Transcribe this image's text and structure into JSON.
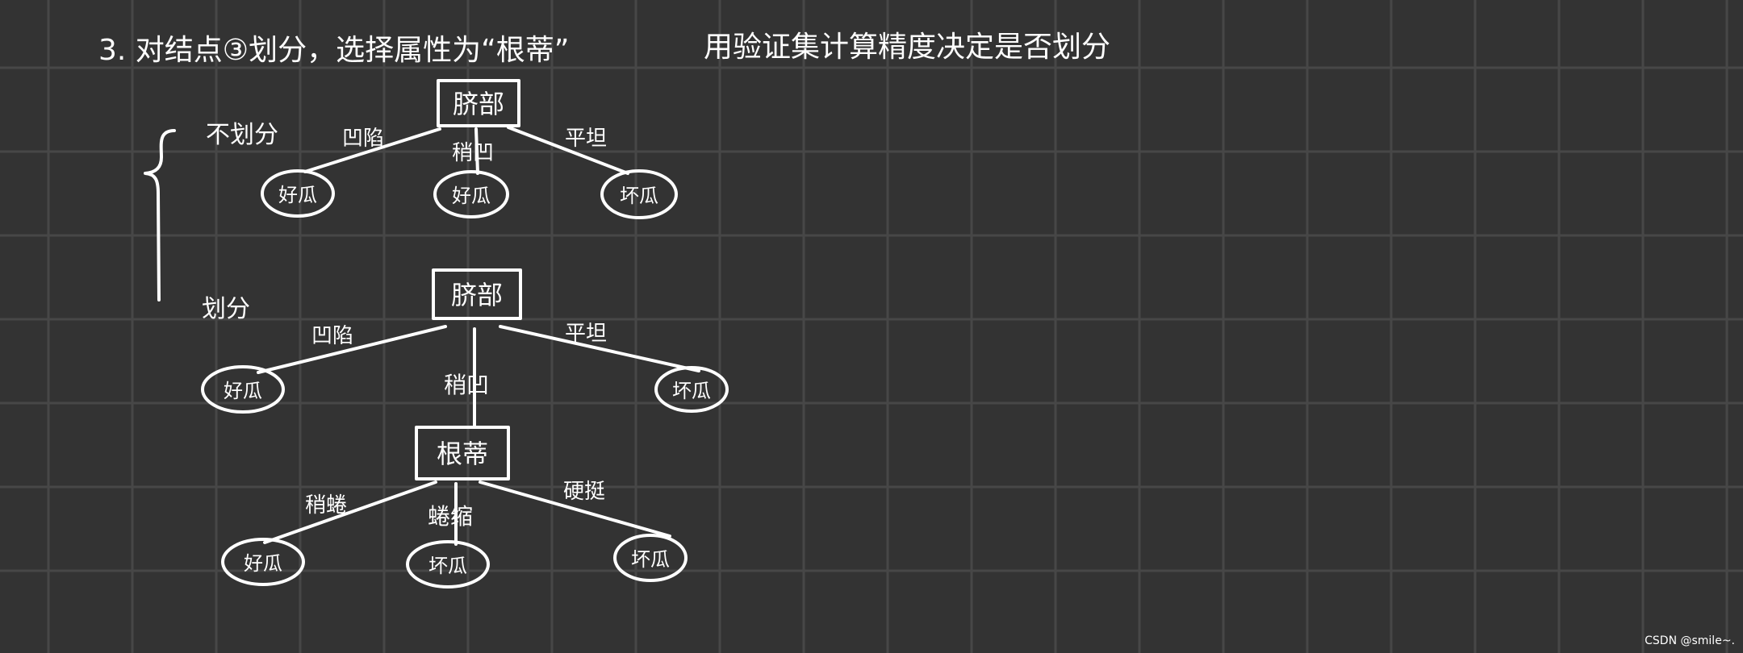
{
  "colors": {
    "background": "#333333",
    "grid": "#474747",
    "ink": "#ffffff"
  },
  "heading": {
    "text": "3. 对结点③划分，选择属性为“根蒂”",
    "note": "用验证集计算精度决定是否划分"
  },
  "labels": {
    "no_split": "不划分",
    "split": "划分"
  },
  "tree_unsplit": {
    "root": "脐部",
    "branches": [
      {
        "edge": "凹陷",
        "leaf": "好瓜"
      },
      {
        "edge": "稍凹",
        "leaf": "好瓜"
      },
      {
        "edge": "平坦",
        "leaf": "坏瓜"
      }
    ]
  },
  "tree_split": {
    "root": "脐部",
    "branches": [
      {
        "edge": "凹陷",
        "leaf": "好瓜"
      },
      {
        "edge": "稍凹",
        "child": "根蒂"
      },
      {
        "edge": "平坦",
        "leaf": "坏瓜"
      }
    ],
    "sub": {
      "root": "根蒂",
      "branches": [
        {
          "edge": "稍蜷",
          "leaf": "好瓜"
        },
        {
          "edge": "蜷缩",
          "leaf": "坏瓜"
        },
        {
          "edge": "硬挺",
          "leaf": "坏瓜"
        }
      ]
    }
  },
  "watermark": "CSDN @smile~."
}
